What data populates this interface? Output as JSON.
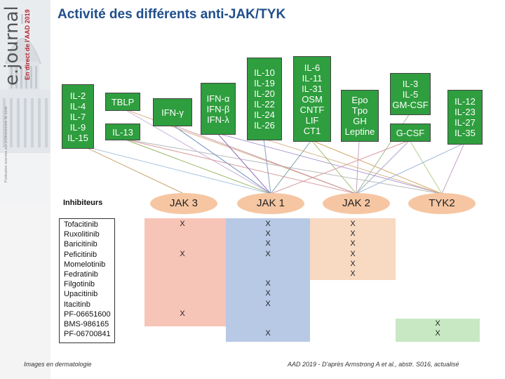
{
  "title": "Activité des différents anti-JAK/TYK",
  "brand": {
    "logo": "e.journal",
    "subtitle": "En direct de l'AAD 2019",
    "fine_print": "Publication reservee aux professionnels de sante"
  },
  "colors": {
    "cytokine_box": "#2e9e3e",
    "jak_ellipse": "#f6c6a2",
    "band_jak3": "#f7c4b8",
    "band_jak1": "#b8c9e6",
    "band_jak2": "#f8d9c2",
    "band_tyk2": "#c8e8c4"
  },
  "cytokines": [
    {
      "id": "gc",
      "lines": [
        "IL-2",
        "IL-4",
        "IL-7",
        "IL-9",
        "IL-15"
      ]
    },
    {
      "id": "tslp",
      "lines": [
        "TBLP"
      ]
    },
    {
      "id": "il13",
      "lines": [
        "IL-13"
      ]
    },
    {
      "id": "ifng",
      "lines": [
        "IFN-γ"
      ]
    },
    {
      "id": "ifn1",
      "lines": [
        "IFN-α",
        "IFN-β",
        "IFN-λ"
      ]
    },
    {
      "id": "il10",
      "lines": [
        "IL-10",
        "IL-19",
        "IL-20",
        "IL-22",
        "IL-24",
        "IL-26"
      ]
    },
    {
      "id": "gp130",
      "lines": [
        "IL-6",
        "IL-11",
        "IL-31",
        "OSM",
        "CNTF",
        "LIF",
        "CT1"
      ]
    },
    {
      "id": "epo",
      "lines": [
        "Epo",
        "Tpo",
        "GH",
        "Leptine"
      ]
    },
    {
      "id": "il3",
      "lines": [
        "IL-3",
        "IL-5",
        "GM-CSF"
      ]
    },
    {
      "id": "gcsf",
      "lines": [
        "G-CSF"
      ]
    },
    {
      "id": "il12",
      "lines": [
        "IL-12",
        "IL-23",
        "IL-27",
        "IL-35"
      ]
    }
  ],
  "kinases": [
    "JAK 3",
    "JAK 1",
    "JAK 2",
    "TYK2"
  ],
  "inhibitors_title": "Inhibiteurs",
  "inhibitors": [
    "Tofacitinib",
    "Ruxolitinib",
    "Baricitinib",
    "Peficitinib",
    "Momelotinib",
    "Fedratinib",
    "Filgotinib",
    "Upacitinib",
    "Itacitinb",
    "PF-06651600",
    "BMS-986165",
    "PF-06700841"
  ],
  "matrix_symbol": "X",
  "activity": {
    "JAK 3": [
      0,
      3,
      9
    ],
    "JAK 1": [
      0,
      1,
      2,
      3,
      6,
      7,
      8,
      11
    ],
    "JAK 2": [
      0,
      1,
      2,
      3,
      4,
      5
    ],
    "TYK2": [
      10,
      11
    ]
  },
  "footer": {
    "left": "Images en dermatologie",
    "right": "AAD 2019 - D'après Armstrong A et al., abstr. S016, actualisé"
  }
}
